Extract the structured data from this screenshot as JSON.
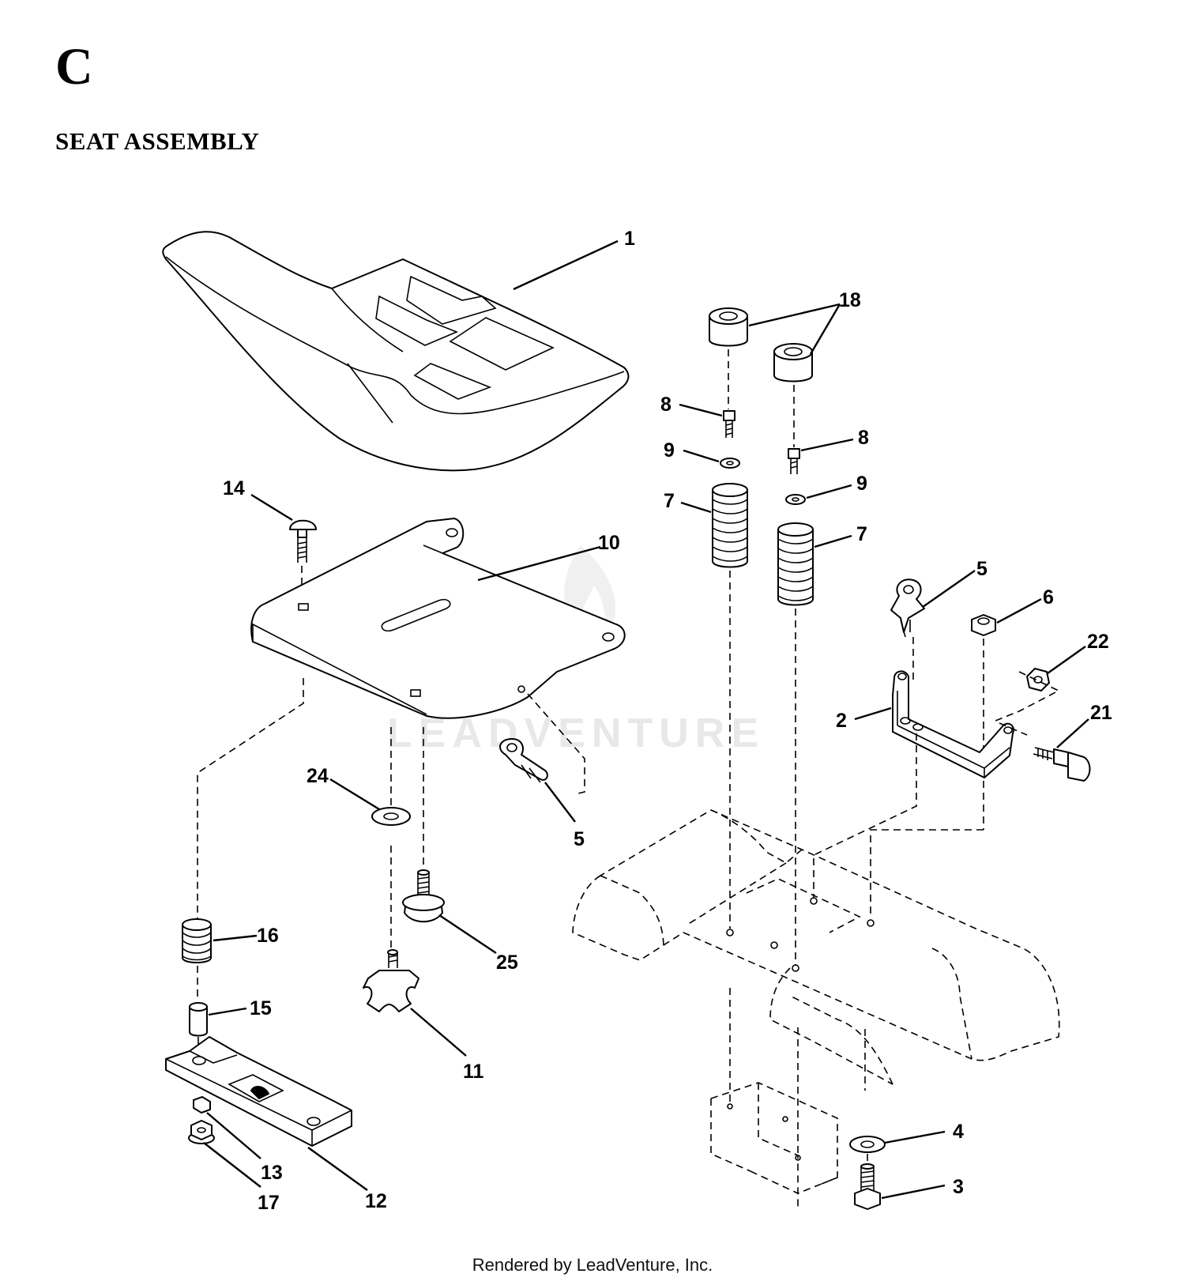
{
  "header": {
    "section_letter": "C",
    "title": "SEAT ASSEMBLY"
  },
  "watermark": "LEADVENTURE",
  "footer": "Rendered by LeadVenture, Inc.",
  "callouts": {
    "c1": "1",
    "c18": "18",
    "c8a": "8",
    "c8b": "8",
    "c9a": "9",
    "c9b": "9",
    "c7a": "7",
    "c7b": "7",
    "c14": "14",
    "c10": "10",
    "c5a": "5",
    "c6": "6",
    "c22": "22",
    "c2": "2",
    "c21": "21",
    "c24": "24",
    "c5b": "5",
    "c16": "16",
    "c25": "25",
    "c15": "15",
    "c11": "11",
    "c13": "13",
    "c17": "17",
    "c12": "12",
    "c4": "4",
    "c3": "3"
  }
}
